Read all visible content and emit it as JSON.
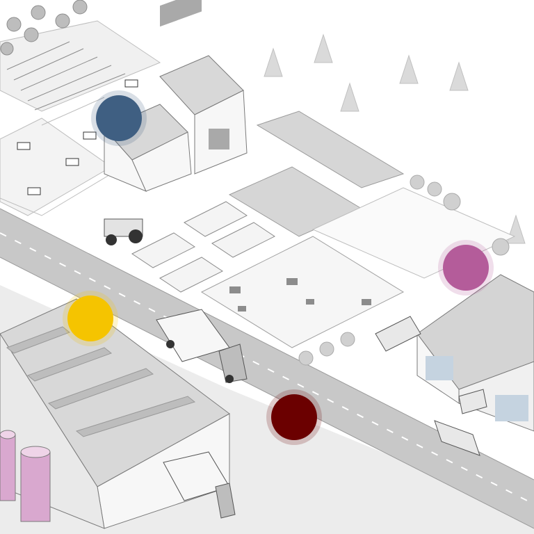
{
  "scene": {
    "markers": [
      {
        "id": "farm",
        "color": "#3f5f82"
      },
      {
        "id": "livestock",
        "color": "#b45c9a"
      },
      {
        "id": "logistics",
        "color": "#f5c400"
      },
      {
        "id": "processing",
        "color": "#6b0000"
      }
    ],
    "palette": {
      "road": "#c8c8c8",
      "ground": "#ececec",
      "building_light": "#f7f7f7",
      "building_mid": "#d8d8d8",
      "building_dark": "#a9a9a9",
      "silo": "#d9a8cf",
      "line": "#7a7a7a"
    }
  }
}
